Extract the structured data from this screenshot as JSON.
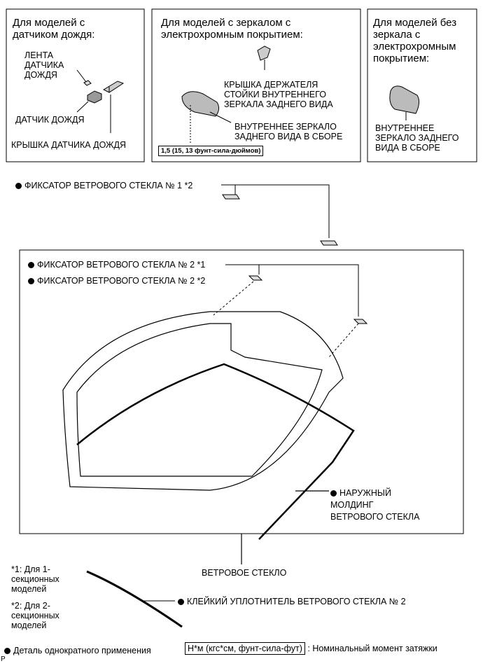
{
  "panels": {
    "rain_sensor": {
      "header": "Для моделей с\nдатчиком дождя:",
      "tape_label": "ЛЕНТА\nДАТЧИКА\nДОЖДЯ",
      "sensor_label": "ДАТЧИК ДОЖДЯ",
      "cover_label": "КРЫШКА ДАТЧИКА ДОЖДЯ"
    },
    "ec_mirror": {
      "header": "Для моделей с зеркалом с\nэлектрохромным покрытием:",
      "holder_cover_label": "КРЫШКА ДЕРЖАТЕЛЯ\nСТОЙКИ ВНУТРЕННЕГО\nЗЕРКАЛА ЗАДНЕГО ВИДА",
      "mirror_label": "ВНУТРЕННЕЕ ЗЕРКАЛО\nЗАДНЕГО ВИДА В СБОРЕ",
      "torque": "1,5 (15, 13 фунт-сила-дюймов)"
    },
    "plain_mirror": {
      "header": "Для моделей  без\nзеркала с\nэлектрохромным\nпокрытием:",
      "mirror_label": "ВНУТРЕННЕЕ\nЗЕРКАЛО ЗАДНЕГО\nВИДА В СБОРЕ"
    }
  },
  "parts": {
    "retainer_1": "ФИКСАТОР ВЕТРОВОГО СТЕКЛА № 1  *2",
    "retainer_2a": "ФИКСАТОР ВЕТРОВОГО СТЕКЛА № 2  *1",
    "retainer_2b": "ФИКСАТОР ВЕТРОВОГО СТЕКЛА № 2  *2",
    "outer_molding": "НАРУЖНЫЙ\nМОЛДИНГ\nВЕТРОВОГО СТЕКЛА",
    "windshield": "ВЕТРОВОЕ СТЕКЛО",
    "adhesive_dam": "КЛЕЙКИЙ УПЛОТНИТЕЛЬ ВЕТРОВОГО СТЕКЛА № 2"
  },
  "notes": {
    "note_1": "*1: Для 1-\nсекционных\nмоделей",
    "note_2": "*2: Для 2-\nсекционных\nмоделей"
  },
  "legend": {
    "non_reusable": "Деталь однократного применения",
    "torque_unit": "Н*м (кгс*см, фунт-сила-фут)",
    "torque_desc": ": Номинальный момент затяжки"
  },
  "corner_code": "P"
}
